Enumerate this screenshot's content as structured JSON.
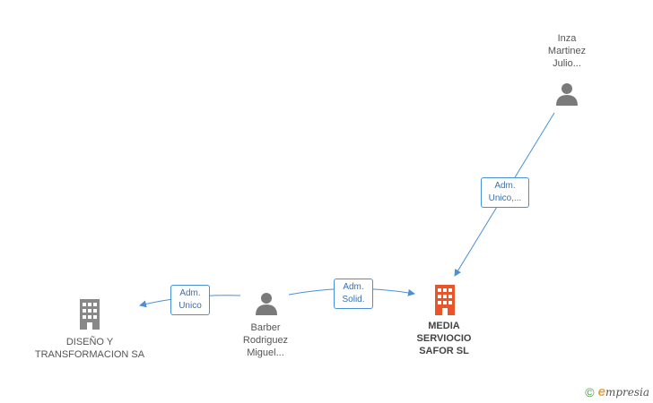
{
  "nodes": {
    "inza": {
      "lines": [
        "Inza",
        "Martinez",
        "Julio..."
      ]
    },
    "barber": {
      "lines": [
        "Barber",
        "Rodriguez",
        "Miguel..."
      ]
    },
    "media": {
      "lines": [
        "MEDIA",
        "SERVIOCIO",
        "SAFOR SL"
      ],
      "color": "#e8552a"
    },
    "diseno": {
      "lines": [
        "DISEÑO Y",
        "TRANSFORMACION SA"
      ],
      "color": "#888888"
    }
  },
  "edges": {
    "inza_media": {
      "lines": [
        "Adm.",
        "Unico,..."
      ]
    },
    "barber_media": {
      "lines": [
        "Adm.",
        "Solid."
      ]
    },
    "barber_diseno": {
      "lines": [
        "Adm.",
        "Unico"
      ]
    }
  },
  "colors": {
    "edge": "#4a90d9",
    "person": "#7a7a7a"
  },
  "footer": {
    "copyright": "©",
    "brand_initial": "e",
    "brand_rest": "mpresia"
  }
}
